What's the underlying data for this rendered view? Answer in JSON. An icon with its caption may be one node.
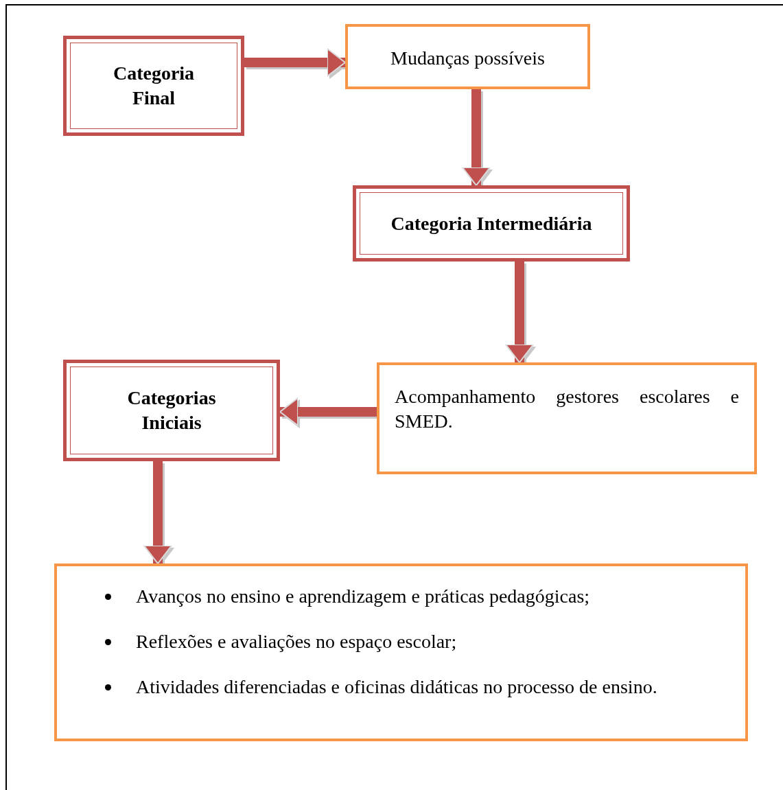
{
  "diagram": {
    "nodes": [
      {
        "text": [
          "Categoria Final"
        ]
      },
      {
        "text": [
          "Mudanças possíveis"
        ]
      },
      {
        "text": [
          "Categoria Intermediária"
        ]
      },
      {
        "text": [
          "Acompanhamento gestores escolares e SMED."
        ]
      },
      {
        "text": [
          "Categorias Iniciais"
        ]
      },
      {
        "text": [
          "Avanços no ensino e aprendizagem e práticas pedagógicas;",
          "Reflexões e avaliações no espaço escolar;",
          "Atividades diferenciadas e oficinas didáticas no processo de ensino."
        ]
      }
    ],
    "edges": [
      {
        "from": 0,
        "to": 1,
        "arrow": "to"
      },
      {
        "from": 1,
        "to": 2,
        "arrow": "to"
      },
      {
        "from": 2,
        "to": 3,
        "arrow": "to"
      },
      {
        "from": 3,
        "to": 4,
        "arrow": "to"
      },
      {
        "from": 4,
        "to": 5,
        "arrow": "to"
      }
    ]
  }
}
